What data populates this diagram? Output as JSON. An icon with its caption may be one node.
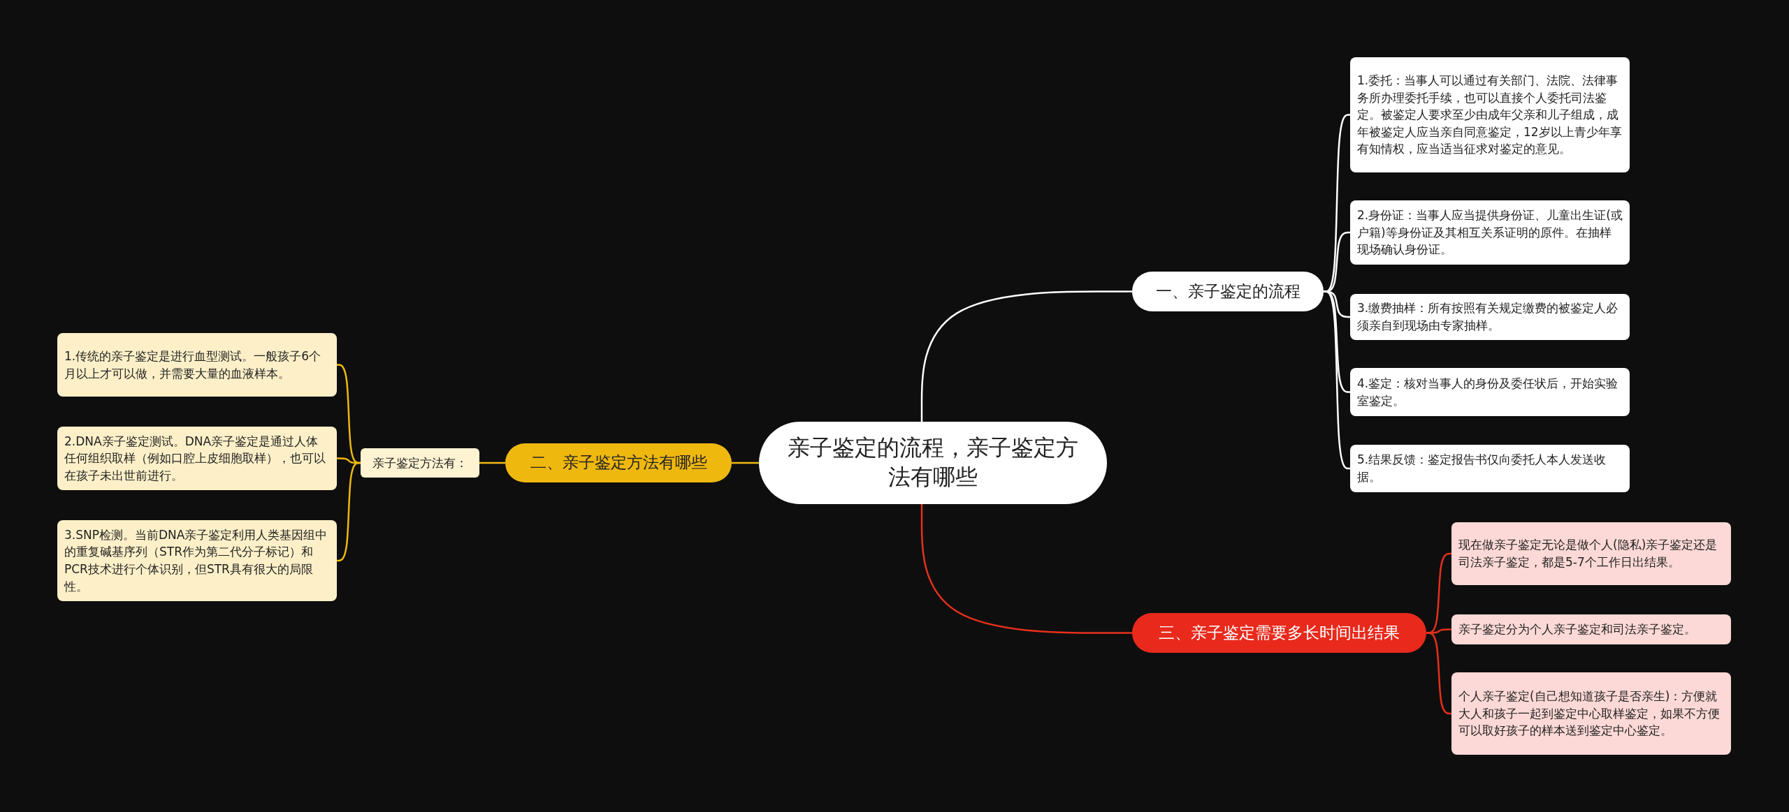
{
  "diagram": {
    "nodes": [
      {
        "text": [
          "亲子鉴定的流程，亲子鉴定方法有哪些"
        ]
      },
      {
        "text": [
          "一、亲子鉴定的流程"
        ]
      },
      {
        "text": [
          "1.委托：当事人可以通过有关部门、法院、法律事务所办理委托手续，也可以直接个人委托司法鉴定。被鉴定人要求至少由成年父亲和儿子组成，成年被鉴定人应当亲自同意鉴定，12岁以上青少年享有知情权，应当适当征求对鉴定的意见。"
        ]
      },
      {
        "text": [
          "2.身份证：当事人应当提供身份证、儿童出生证(或户籍)等身份证及其相互关系证明的原件。在抽样现场确认身份证。"
        ]
      },
      {
        "text": [
          "3.缴费抽样：所有按照有关规定缴费的被鉴定人必须亲自到现场由专家抽样。"
        ]
      },
      {
        "text": [
          "4.鉴定：核对当事人的身份及委任状后，开始实验室鉴定。"
        ]
      },
      {
        "text": [
          "5.结果反馈：鉴定报告书仅向委托人本人发送收据。"
        ]
      },
      {
        "text": [
          "二、亲子鉴定方法有哪些"
        ]
      },
      {
        "text": [
          "亲子鉴定方法有："
        ]
      },
      {
        "text": [
          "1.传统的亲子鉴定是进行血型测试。一般孩子6个月以上才可以做，并需要大量的血液样本。"
        ]
      },
      {
        "text": [
          "2.DNA亲子鉴定测试。DNA亲子鉴定是通过人体任何组织取样（例如口腔上皮细胞取样），也可以在孩子未出世前进行。"
        ]
      },
      {
        "text": [
          "3.SNP检测。当前DNA亲子鉴定利用人类基因组中的重复碱基序列（STR作为第二代分子标记）和PCR技术进行个体识别，但STR具有很大的局限性。"
        ]
      },
      {
        "text": [
          "三、亲子鉴定需要多长时间出结果"
        ]
      },
      {
        "text": [
          "现在做亲子鉴定无论是做个人(隐私)亲子鉴定还是司法亲子鉴定，都是5-7个工作日出结果。"
        ]
      },
      {
        "text": [
          "亲子鉴定分为个人亲子鉴定和司法亲子鉴定。"
        ]
      },
      {
        "text": [
          "个人亲子鉴定(自己想知道孩子是否亲生)：方便就大人和孩子一起到鉴定中心取样鉴定，如果不方便可以取好孩子的样本送到鉴定中心鉴定。"
        ]
      }
    ],
    "edges": [
      {
        "from": 0,
        "to": 1,
        "arrow": "none"
      },
      {
        "from": 1,
        "to": 2,
        "arrow": "none"
      },
      {
        "from": 1,
        "to": 3,
        "arrow": "none"
      },
      {
        "from": 1,
        "to": 4,
        "arrow": "none"
      },
      {
        "from": 1,
        "to": 5,
        "arrow": "none"
      },
      {
        "from": 1,
        "to": 6,
        "arrow": "none"
      },
      {
        "from": 0,
        "to": 7,
        "arrow": "none",
        "color": "#efb80f"
      },
      {
        "from": 7,
        "to": 8,
        "arrow": "none",
        "color": "#efb80f"
      },
      {
        "from": 8,
        "to": 9,
        "arrow": "none",
        "color": "#efb80f"
      },
      {
        "from": 8,
        "to": 10,
        "arrow": "none",
        "color": "#efb80f"
      },
      {
        "from": 8,
        "to": 11,
        "arrow": "none",
        "color": "#efb80f"
      },
      {
        "from": 0,
        "to": 12,
        "arrow": "none",
        "color": "#e8301c"
      },
      {
        "from": 12,
        "to": 13,
        "arrow": "none",
        "color": "#e8301c"
      },
      {
        "from": 12,
        "to": 14,
        "arrow": "none",
        "color": "#e8301c"
      },
      {
        "from": 12,
        "to": 15,
        "arrow": "none",
        "color": "#e8301c"
      }
    ]
  }
}
